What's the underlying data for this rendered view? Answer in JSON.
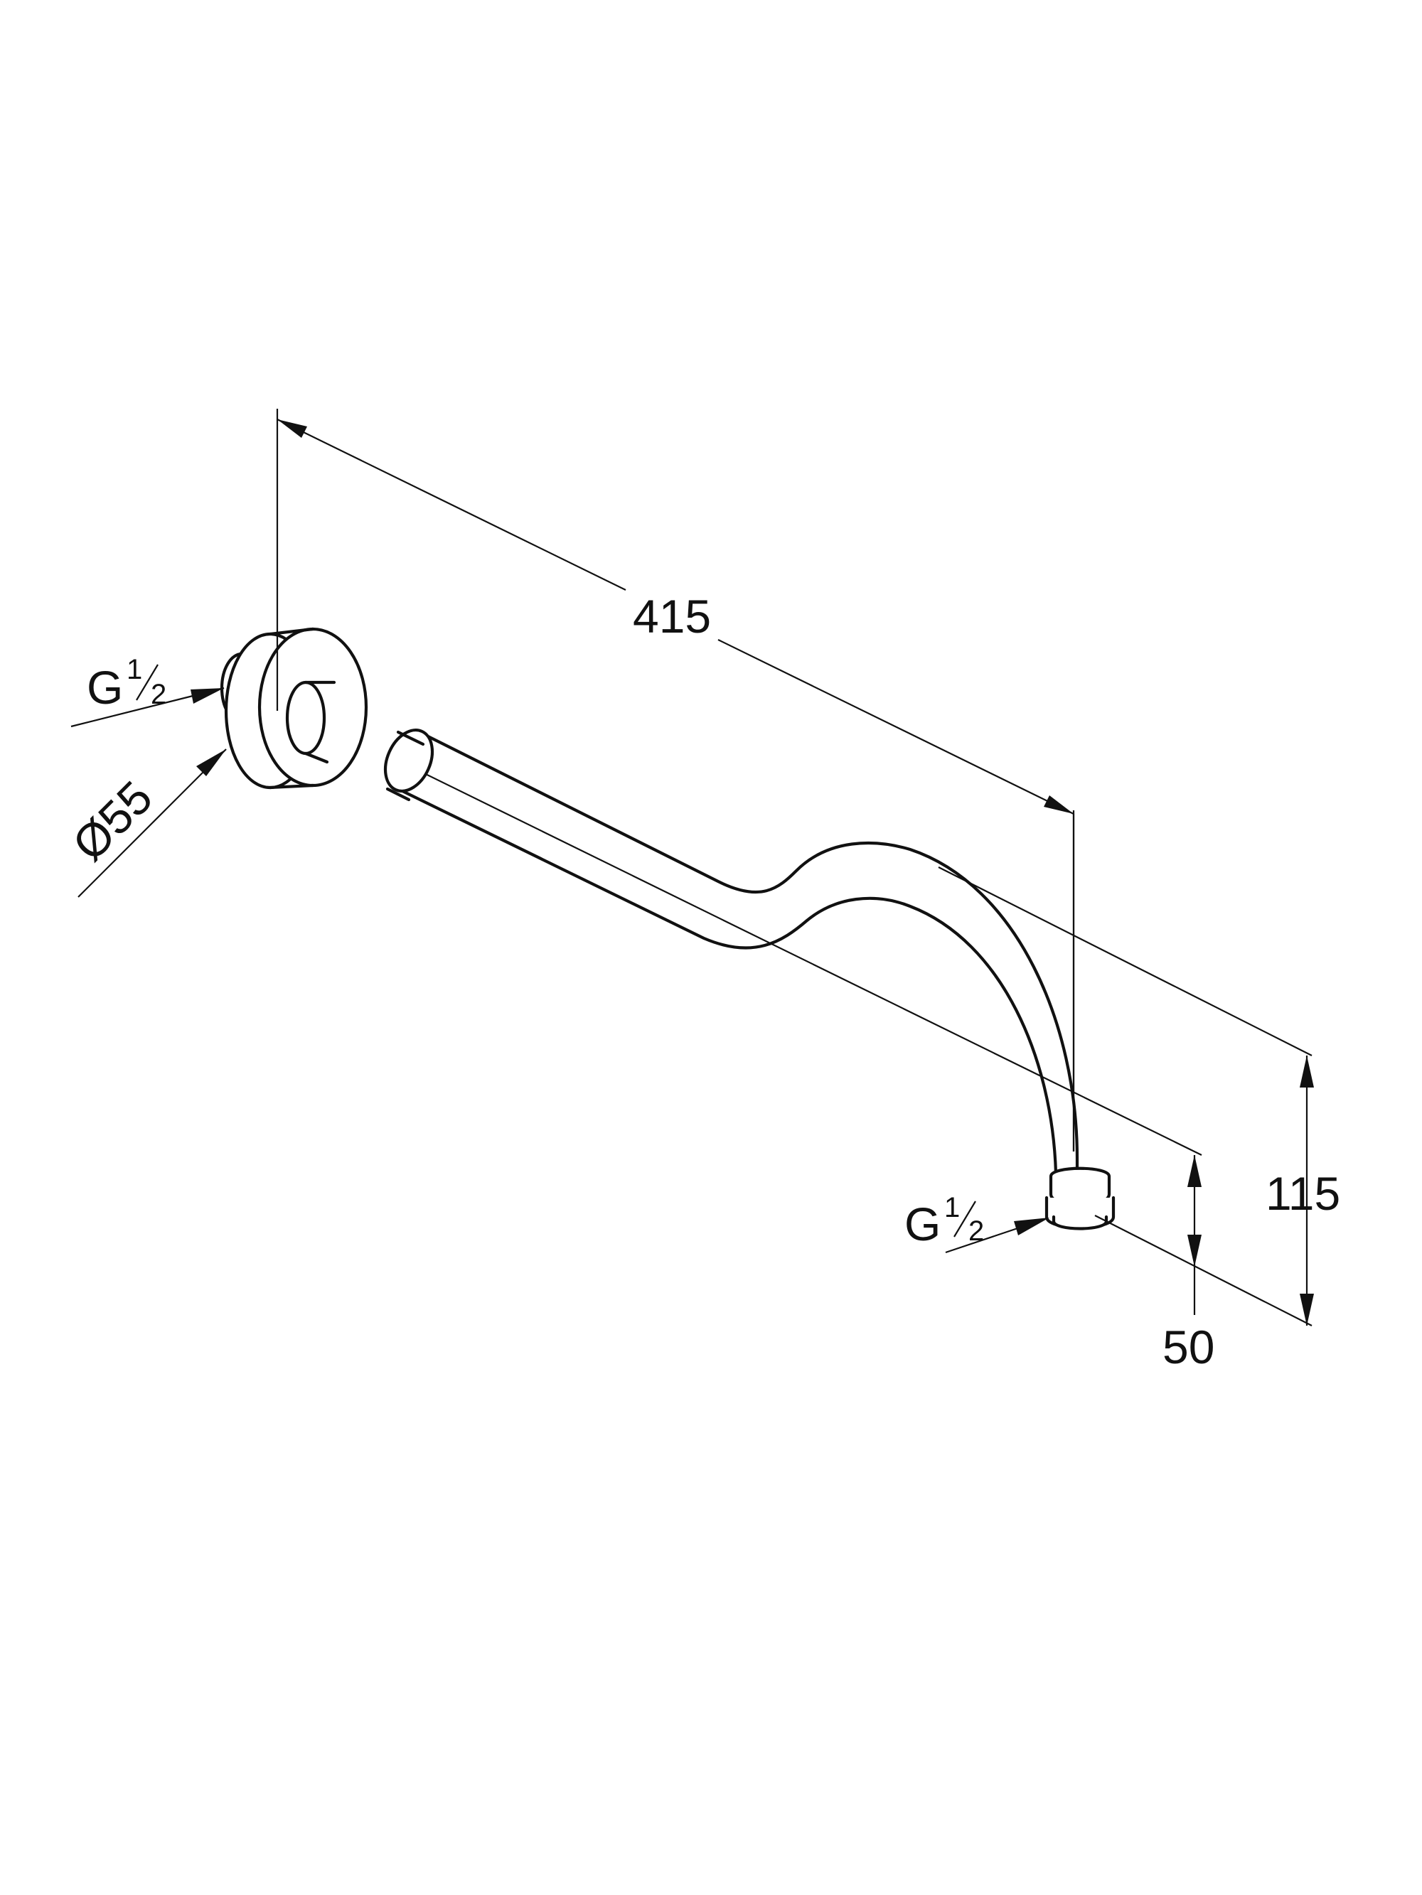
{
  "dimensions": {
    "length": "415",
    "height_total": "115",
    "height_outlet": "50",
    "rosette_diameter": "Ø55",
    "thread_inlet_letter": "G",
    "thread_inlet_frac_num": "1",
    "thread_inlet_frac_den": "2",
    "thread_outlet_letter": "G",
    "thread_outlet_frac_num": "1",
    "thread_outlet_frac_den": "2"
  },
  "colors": {
    "line": "#111111",
    "background": "#ffffff"
  }
}
